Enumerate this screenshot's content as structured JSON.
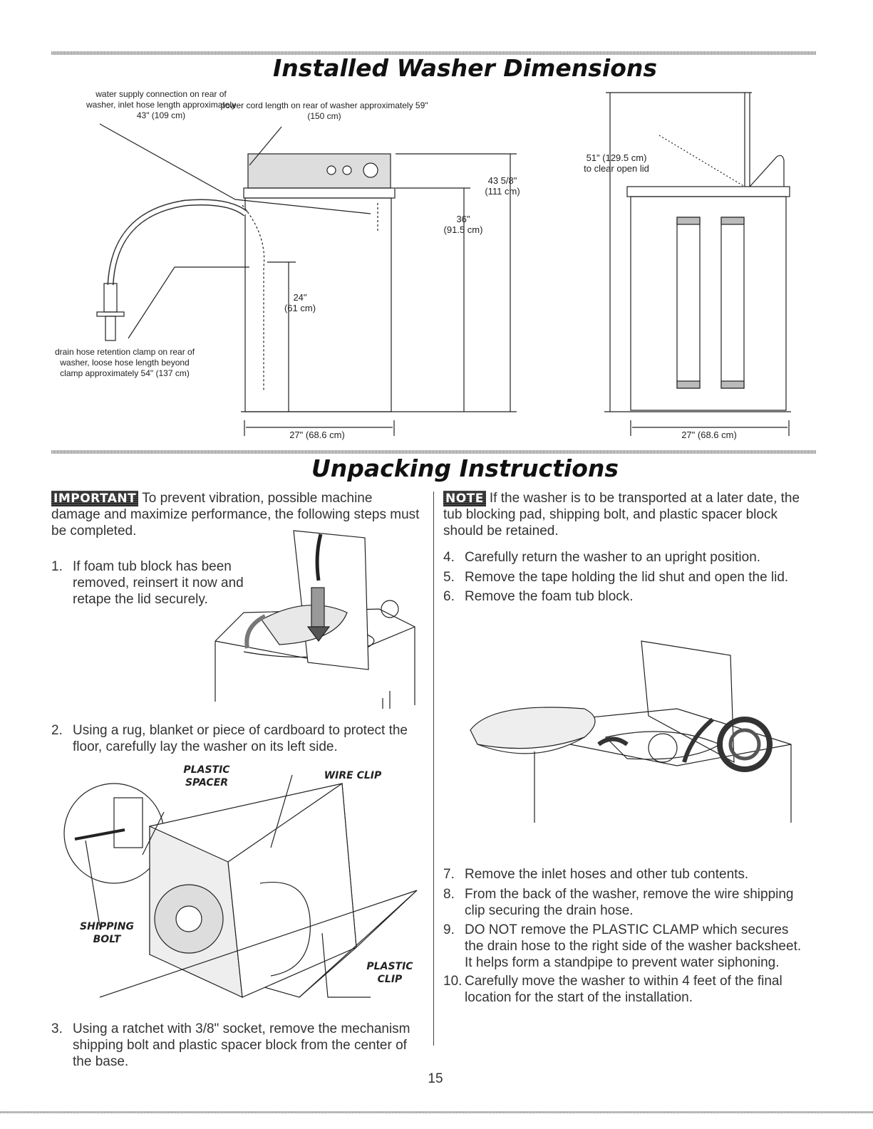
{
  "page_number": "15",
  "dimensions_section": {
    "heading": "Installed Washer Dimensions",
    "captions": {
      "water_supply": "water supply connection on rear of washer, inlet hose length approximately 43\" (109 cm)",
      "power_cord": "power cord length on rear of washer approximately 59\" (150 cm)",
      "drain_hose": "drain hose retention clamp on rear of washer, loose hose length beyond clamp approximately 54\" (137 cm)"
    },
    "measurements": {
      "height_total": "43 5/8\"",
      "height_total_cm": "(111 cm)",
      "height_cabinet": "36\"",
      "height_cabinet_cm": "(91.5 cm)",
      "height_drain": "24\"",
      "height_drain_cm": "(61 cm)",
      "width_side": "27\" (68.6 cm)",
      "lid_clear": "51\" (129.5 cm)",
      "lid_clear_note": "to clear open lid",
      "width_front": "27\" (68.6 cm)"
    }
  },
  "unpacking_section": {
    "heading": "Unpacking Instructions",
    "important_badge": "IMPORTANT",
    "important_text": "To prevent vibration, possible machine damage and maximize performance, the following steps must be completed.",
    "note_badge": "NOTE",
    "note_text": "If the washer is to be transported at a later date, the tub blocking pad, shipping bolt, and plastic spacer block should be retained.",
    "steps_left": [
      {
        "num": "1.",
        "text": "If foam tub block has been removed, reinsert it now and retape the lid securely."
      },
      {
        "num": "2.",
        "text": "Using a rug, blanket or piece of cardboard to protect the floor, carefully lay the washer on its left side."
      },
      {
        "num": "3.",
        "text": "Using a ratchet with 3/8\" socket, remove the mechanism shipping bolt and plastic spacer block from the center of the base."
      }
    ],
    "steps_right_top": [
      {
        "num": "4.",
        "text": "Carefully return the washer to an upright position."
      },
      {
        "num": "5.",
        "text": "Remove the tape holding the lid shut and open the lid."
      },
      {
        "num": "6.",
        "text": "Remove the foam tub block."
      }
    ],
    "steps_right_bottom": [
      {
        "num": "7.",
        "text": "Remove the inlet hoses and other tub contents."
      },
      {
        "num": "8.",
        "text": "From the back of the washer, remove the wire shipping clip securing the drain hose."
      },
      {
        "num": "9.",
        "text": "DO NOT remove the PLASTIC CLAMP which secures the drain hose to the right side of the washer backsheet. It helps form a standpipe to prevent water siphoning."
      },
      {
        "num": "10.",
        "text": "Carefully move the washer to within 4 feet of the final location for the start of the installation."
      }
    ],
    "figure_labels": {
      "plastic_spacer": "PLASTIC SPACER",
      "wire_clip": "WIRE CLIP",
      "shipping_bolt": "SHIPPING BOLT",
      "plastic_clip": "PLASTIC CLIP"
    }
  }
}
